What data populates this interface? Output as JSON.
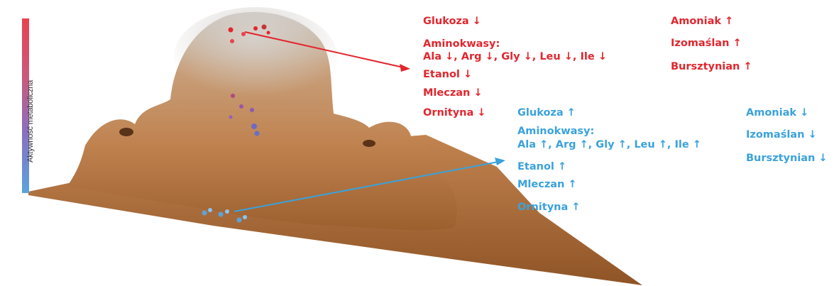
{
  "colorbar": {
    "label": "Aktywność metaboliczna",
    "top_color": "#e8434f",
    "bottom_color": "#5aa3dd"
  },
  "colors": {
    "red": "#e2262e",
    "blue": "#3aa2dc",
    "sediment": "#b97a44"
  },
  "red_group": {
    "glukoza": "Glukoza ↓",
    "aminokwasy": "Aminokwasy:",
    "aminokwasy_list": "Ala ↓, Arg ↓, Gly ↓, Leu ↓, Ile ↓",
    "etanol": "Etanol ↓",
    "mleczan": "Mleczan ↓",
    "ornityna": "Ornityna ↓",
    "amoniak": "Amoniak ↑",
    "izomaslan": "Izomaślan ↑",
    "bursztynian": "Bursztynian ↑"
  },
  "blue_group": {
    "glukoza": "Glukoza ↑",
    "aminokwasy": "Aminokwasy:",
    "aminokwasy_list": "Ala ↑, Arg ↑, Gly ↑, Leu ↑, Ile ↑",
    "etanol": "Etanol ↑",
    "mleczan": "Mleczan ↑",
    "ornityna": "Ornityna ↑",
    "amoniak": "Amoniak ↓",
    "izomaslan": "Izomaślan ↓",
    "bursztynian": "Bursztynian ↓"
  }
}
